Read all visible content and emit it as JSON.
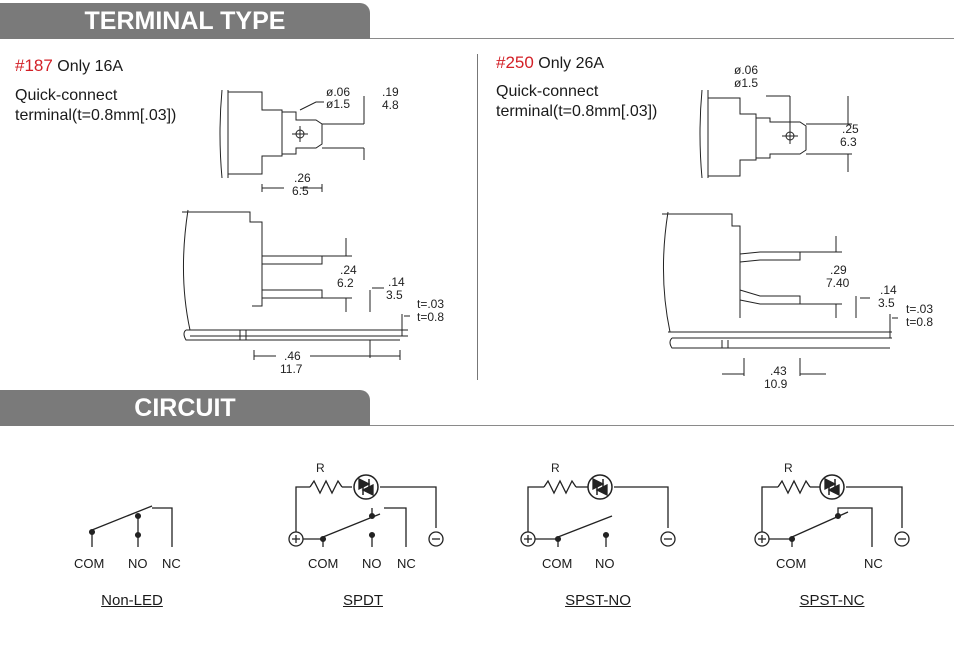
{
  "sections": {
    "terminal_title": "TERMINAL TYPE",
    "circuit_title": "CIRCUIT"
  },
  "terminal_187": {
    "code": "#187",
    "rating": "Only 16A",
    "desc1": "Quick-connect",
    "desc2": "terminal(t=0.8mm[.03])",
    "top_dims": {
      "hole_in": "ø.06",
      "hole_mm": "ø1.5",
      "w_in": ".19",
      "w_mm": "4.8",
      "l_in": ".26",
      "l_mm": "6.5"
    },
    "side_dims": {
      "a_in": ".24",
      "a_mm": "6.2",
      "b_in": ".14",
      "b_mm": "3.5",
      "t_in": "t=.03",
      "t_mm": "t=0.8",
      "c_in": ".46",
      "c_mm": "11.7"
    }
  },
  "terminal_250": {
    "code": "#250",
    "rating": "Only 26A",
    "desc1": "Quick-connect",
    "desc2": "terminal(t=0.8mm[.03])",
    "top_dims": {
      "hole_in": "ø.06",
      "hole_mm": "ø1.5",
      "w_in": ".25",
      "w_mm": "6.3"
    },
    "side_dims": {
      "a_in": ".29",
      "a_mm": "7.40",
      "b_in": ".14",
      "b_mm": "3.5",
      "t_in": "t=.03",
      "t_mm": "t=0.8",
      "c_in": ".43",
      "c_mm": "10.9"
    }
  },
  "circuits": {
    "non_led": {
      "caption": "Non-LED",
      "labels": [
        "COM",
        "NO",
        "NC"
      ]
    },
    "spdt": {
      "caption": "SPDT",
      "labels": [
        "COM",
        "NO",
        "NC"
      ],
      "r": "R"
    },
    "spst_no": {
      "caption": "SPST-NO",
      "labels": [
        "COM",
        "NO"
      ],
      "r": "R"
    },
    "spst_nc": {
      "caption": "SPST-NC",
      "labels": [
        "COM",
        "NC"
      ],
      "r": "R"
    }
  }
}
